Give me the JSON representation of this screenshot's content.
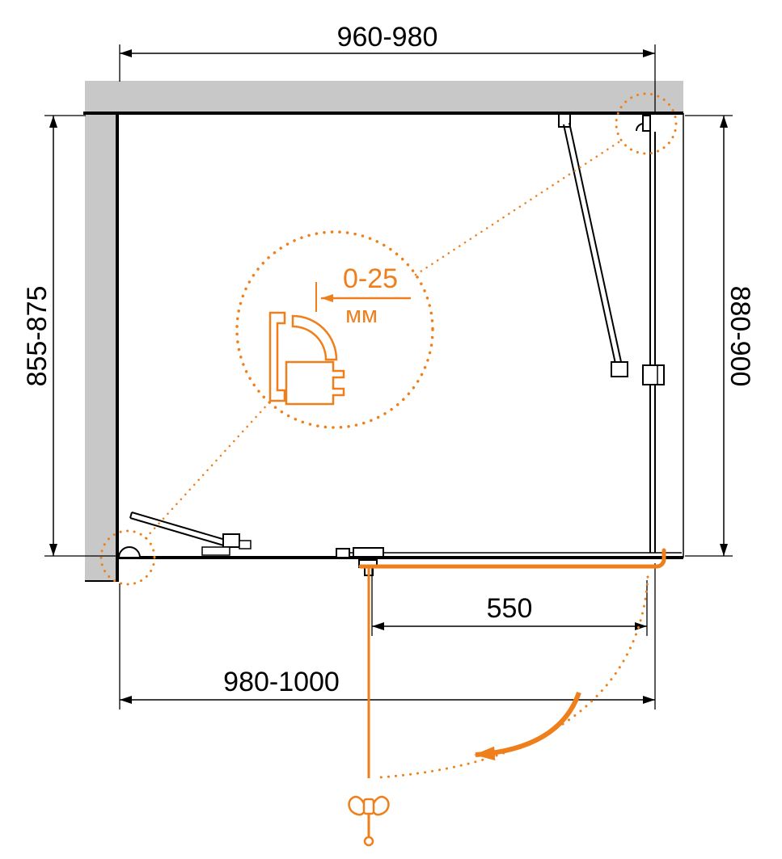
{
  "diagram": {
    "type": "technical-drawing",
    "subject": "shower-enclosure-plan-view",
    "colors": {
      "accent": "#EF7F1A",
      "wall_gray": "#C8C8C8",
      "line_black": "#000000",
      "background": "#FFFFFF"
    },
    "dimensions": {
      "top_width": "960-980",
      "left_depth": "855-875",
      "right_depth": "880-900",
      "bottom_width": "980-1000",
      "door_width": "550",
      "adjustment_range": "0-25",
      "adjustment_unit": "мм"
    }
  }
}
